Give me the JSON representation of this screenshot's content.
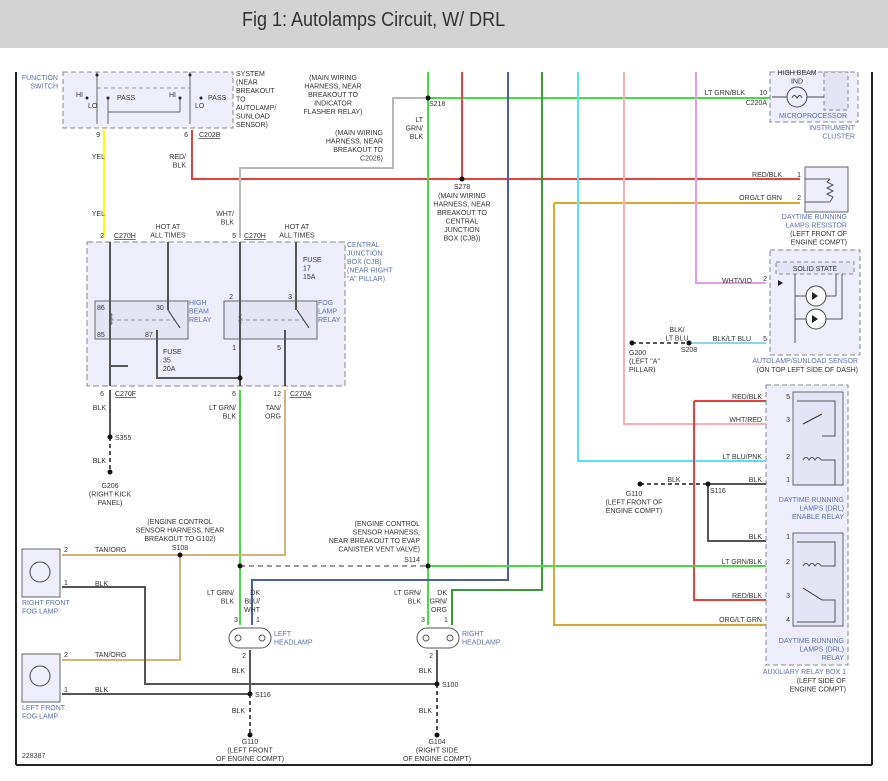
{
  "header": {
    "title": "Fig 1: Autolamps Circuit, W/ DRL"
  },
  "figure_id": "228387",
  "colors": {
    "YEL": "#ffff00",
    "RED_BLK": "#e84040",
    "WHT_BLK": "#b8b8b8",
    "LT_GRN_BLK": "#44dd44",
    "DK_BLU_WHT": "#4a5ea8",
    "DK_GRN_ORG": "#3a9a3a",
    "LT_BLU_PNK": "#55e5f0",
    "WHT_RED": "#f5b0b0",
    "WHT_VIO": "#e69be6",
    "ORG_LT_GRN": "#d8a830",
    "TAN_ORG": "#d7b27a",
    "BLK": "#555555",
    "BLK_LT_BLU": "#88d8e8",
    "component_fill": "#eeeefa",
    "component_label": "#5a6fb0"
  },
  "components": {
    "function_switch": {
      "label": "FUNCTION\nSWITCH",
      "contacts": [
        "HI",
        "LO",
        "PASS",
        "HI",
        "LO",
        "PASS"
      ]
    },
    "switch_note": [
      "SYSTEM",
      "(NEAR",
      "BREAKOUT",
      "TO",
      "AUTOLAMP/",
      "SUNLOAD",
      "SENSOR)"
    ],
    "cjb": {
      "label": [
        "CENTRAL",
        "JUNCTION",
        "BOX (CJB)",
        "(NEAR RIGHT",
        "\"A\" PILLAR)"
      ]
    },
    "high_beam_relay": {
      "label": [
        "HIGH",
        "BEAM",
        "RELAY"
      ],
      "pins": [
        "86",
        "85",
        "30",
        "87"
      ]
    },
    "fog_lamp_relay": {
      "label": [
        "FOG",
        "LAMP",
        "RELAY"
      ]
    },
    "fuse17": [
      "FUSE",
      "17",
      "15A"
    ],
    "fuse35": [
      "FUSE",
      "35",
      "20A"
    ],
    "hot_at_all_times": [
      "HOT AT",
      "ALL TIMES"
    ],
    "instrument_cluster": {
      "high_beam_ind": [
        "HIGH BEAM",
        "IND"
      ],
      "microprocessor": "MICROPROCESSOR",
      "label": [
        "INSTRUMENT",
        "CLUSTER"
      ]
    },
    "drl_resistor": {
      "label": [
        "DAYTIME RUNNING",
        "LAMPS RESISTOR",
        "(LEFT FRONT OF",
        "ENGINE COMPT)"
      ]
    },
    "autolamp_sensor": {
      "solid_state": "SOLID STATE",
      "label": [
        "AUTOLAMP/SUNLOAD SENSOR",
        "(ON TOP LEFT SIDE OF DASH)"
      ]
    },
    "drl_enable_relay": {
      "label": [
        "DAYTIME RUNNING",
        "LAMPS (DRL)",
        "ENABLE RELAY"
      ]
    },
    "drl_relay": {
      "label": [
        "DAYTIME RUNNING",
        "LAMPS (DRL)",
        "RELAY"
      ]
    },
    "aux_relay_box": {
      "label": [
        "AUXILIARY RELAY BOX 1",
        "(LEFT SIDE OF",
        "ENGINE COMPT)"
      ]
    },
    "right_front_fog": [
      "RIGHT FRONT",
      "FOG LAMP"
    ],
    "left_front_fog": [
      "LEFT FRONT",
      "FOG LAMP"
    ],
    "left_headlamp": [
      "LEFT",
      "HEADLAMP"
    ],
    "right_headlamp": [
      "RIGHT",
      "HEADLAMP"
    ]
  },
  "connectors": {
    "C202B": "C202B",
    "C270H": "C270H",
    "C270F": "C270F",
    "C270A": "C270A",
    "C220A": "C220A"
  },
  "splices": {
    "S218": "S218",
    "S278": "S278",
    "S208": "S208",
    "S116": "S116",
    "S355": "S355",
    "S108": "S108",
    "S114": "S114",
    "S100": "S100"
  },
  "grounds": {
    "G206": [
      "G206",
      "(RIGHT KICK",
      "PANEL)"
    ],
    "G200": [
      "G200",
      "(LEFT \"A\"",
      "PILLAR)"
    ],
    "G110_upper": [
      "G110",
      "(LEFT FRONT OF",
      "ENGINE COMPT)"
    ],
    "G110_lower": [
      "G110",
      "(LEFT FRONT",
      "OF ENGINE COMPT)"
    ],
    "G104": [
      "G104",
      "(RIGHT SIDE",
      "OF ENGINE COMPT)"
    ]
  },
  "notes": {
    "main_indicator": [
      "(MAIN WIRING",
      "HARNESS, NEAR",
      "BREAKOUT TO",
      "INDICATOR",
      "FLASHER RELAY)"
    ],
    "main_c2026": [
      "(MAIN WIRING",
      "HARNESS, NEAR",
      "BREAKOUT TO",
      "C2026)"
    ],
    "main_cjb": [
      "(MAIN WIRING",
      "HARNESS, NEAR",
      "BREAKOUT TO",
      "CENTRAL",
      "JUNCTION",
      "BOX (CJB))"
    ],
    "ecs_g102": [
      "(ENGINE CONTROL",
      "SENSOR HARNESS, NEAR",
      "BREAKOUT TO G102)"
    ],
    "ecs_evap": [
      "(ENGINE CONTROL",
      "SENSOR HARNESS,",
      "NEAR BREAKOUT TO EVAP",
      "CANISTER VENT VALVE)"
    ]
  },
  "wire_labels": {
    "yel": "YEL",
    "red_blk": "RED/",
    "blk": "BLK",
    "wht": "WHT/",
    "lt_grn": "LT GRN/",
    "lt": "LT",
    "grn": "GRN/",
    "lt_grn_blk": "LT GRN/BLK",
    "red_blk_full": "RED/BLK",
    "org_lt_grn": "ORG/LT GRN",
    "wht_vio": "WHT/VIO",
    "blk_lt_blu": "BLK/LT BLU",
    "blk_slash": "BLK/",
    "lt_blu": "LT BLU",
    "wht_red": "WHT/RED",
    "lt_blu_pnk": "LT BLU/PNK",
    "tan": "TAN/",
    "org": "ORG",
    "tan_org": "TAN/ORG",
    "dk": "DK",
    "blu": "BLU/",
    "wht_only": "WHT"
  }
}
